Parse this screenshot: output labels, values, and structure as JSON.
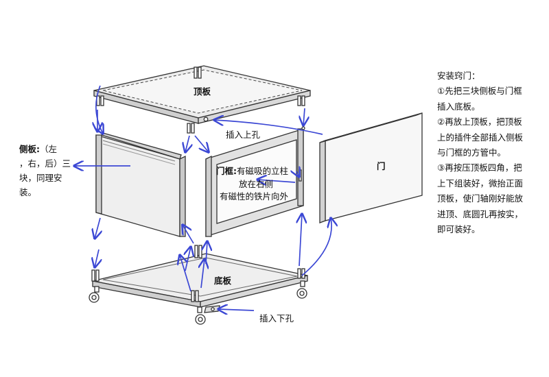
{
  "labels": {
    "top_panel": "顶板",
    "bottom_panel": "底板",
    "door": "门",
    "insert_top_hole": "插入上孔",
    "insert_bottom_hole": "插入下孔",
    "frame_title": "门框:",
    "frame_line1_rest": "有磁吸的立柱",
    "frame_line2": "放在右侧",
    "frame_line3": "有磁性的铁片向外"
  },
  "side_note": {
    "title": "侧板:",
    "lines": [
      "（左",
      "，右，后）三",
      "块，同理安",
      "装。"
    ]
  },
  "instructions": {
    "title": "安装窍门：",
    "lines": [
      "①先把三块侧板与门框",
      "插入底板。",
      "②再放上顶板，把顶板",
      "上的插件全部插入侧板",
      "与门框的方管中。",
      "③再按压顶板四角，把",
      "上下组装好，微抬正面",
      "顶板，使门轴刚好能放",
      "进顶、底圆孔再按实，",
      "即可装好。"
    ]
  },
  "colors": {
    "arrow": "#3b47d4",
    "line": "#333333",
    "panel": "#e6e6e6",
    "panel_dark": "#bdbdbd"
  }
}
